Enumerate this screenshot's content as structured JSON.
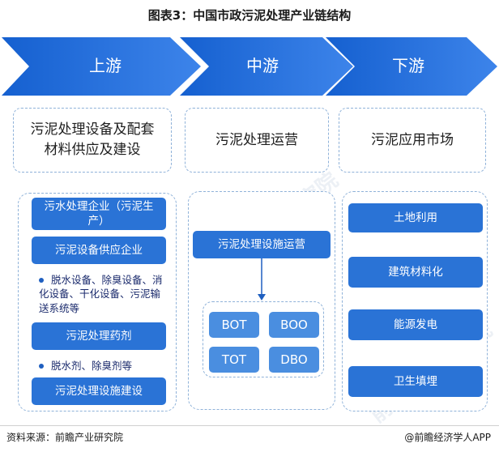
{
  "title": "图表3：中国市政污泥处理产业链结构",
  "stages": {
    "upstream": "上游",
    "midstream": "中游",
    "downstream": "下游"
  },
  "headers": {
    "upstream": "污泥处理设备及配套材料供应及建设",
    "midstream": "污泥处理运营",
    "downstream": "污泥应用市场"
  },
  "upstream": {
    "item1": "污水处理企业（污泥生产）",
    "item2": "污泥设备供应企业",
    "item2_detail": "脱水设备、除臭设备、消化设备、干化设备、污泥输送系统等",
    "item3": "污泥处理药剂",
    "item3_detail": "脱水剂、除臭剂等",
    "item4": "污泥处理设施建设"
  },
  "midstream": {
    "main": "污泥处理设施运营",
    "models": [
      "BOT",
      "BOO",
      "TOT",
      "DBO"
    ]
  },
  "downstream": {
    "items": [
      "土地利用",
      "建筑材料化",
      "能源发电",
      "卫生填埋"
    ]
  },
  "footer": {
    "source": "资料来源：前瞻产业研究院",
    "brand": "@前瞻经济学人APP"
  },
  "watermark": "前瞻产业研究院",
  "colors": {
    "arrow_dark": "#1a65d6",
    "arrow_light": "#3f86ec",
    "box_blue": "#2a73d6",
    "model_blue": "#4a8ee0",
    "dashed_border": "#8fb2d9"
  }
}
